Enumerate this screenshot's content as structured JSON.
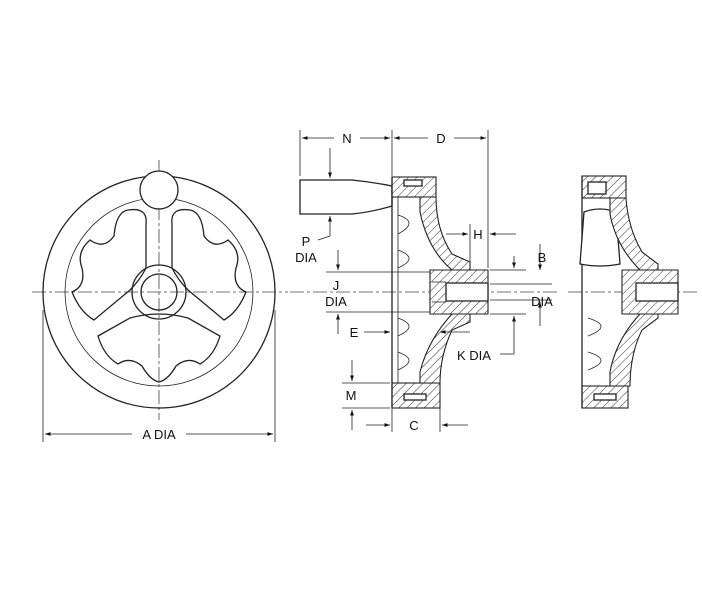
{
  "labels": {
    "a": "A DIA",
    "n": "N",
    "d": "D",
    "h": "H",
    "p1": "P",
    "p2": "DIA",
    "j1": "J",
    "j2": "DIA",
    "b1": "B",
    "b2": "DIA",
    "e": "E",
    "k": "K DIA",
    "m": "M",
    "c": "C"
  }
}
